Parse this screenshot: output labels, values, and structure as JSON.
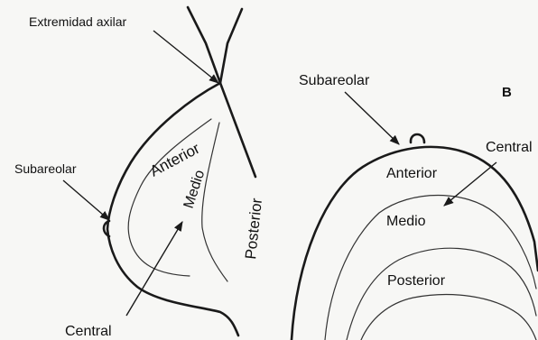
{
  "figure_a": {
    "labels": {
      "extremidad_axilar": "Extremidad axilar",
      "subareolar": "Subareolar",
      "anterior": "Anterior",
      "medio": "Medio",
      "posterior": "Posterior",
      "central": "Central"
    }
  },
  "figure_b": {
    "panel_letter": "B",
    "labels": {
      "subareolar": "Subareolar",
      "central": "Central",
      "anterior": "Anterior",
      "medio": "Medio",
      "posterior": "Posterior"
    }
  }
}
